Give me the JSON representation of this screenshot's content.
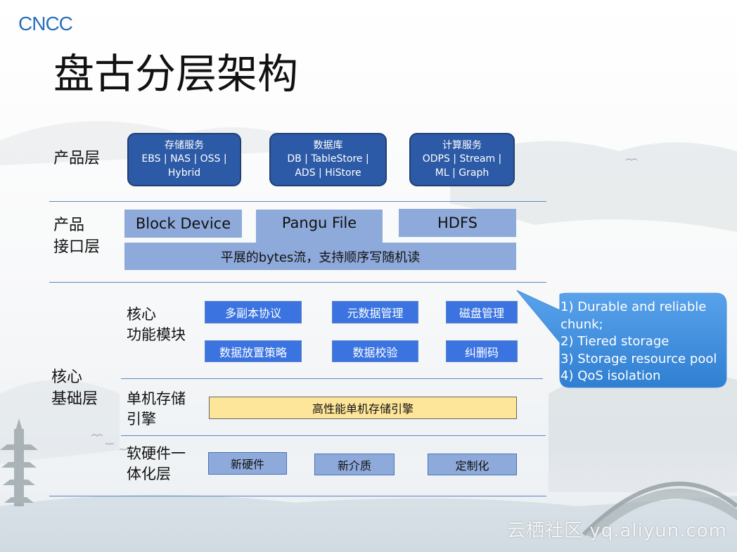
{
  "logo": "CNCC",
  "title": "盘古分层架构",
  "layers": {
    "product": "产品层",
    "interface": [
      "产品",
      "接口层"
    ],
    "core_base": [
      "核心",
      "基础层"
    ]
  },
  "product_boxes": [
    {
      "title": "存储服务",
      "line1": "EBS | NAS | OSS |",
      "line2": "Hybrid"
    },
    {
      "title": "数据库",
      "line1": "DB | TableStore |",
      "line2": "ADS | HiStore"
    },
    {
      "title": "计算服务",
      "line1": "ODPS | Stream |",
      "line2": "ML | Graph"
    }
  ],
  "interfaces": {
    "block_device": "Block Device",
    "pangu_file": "Pangu File",
    "hdfs": "HDFS",
    "bytes_stream": "平展的bytes流，支持顺序写随机读"
  },
  "core_modules": {
    "label": [
      "核心",
      "功能模块"
    ],
    "items": [
      "多副本协议",
      "元数据管理",
      "磁盘管理",
      "数据放置策略",
      "数据校验",
      "纠删码"
    ]
  },
  "storage_engine": {
    "label": [
      "单机存储",
      "引擎"
    ],
    "item": "高性能单机存储引擎"
  },
  "hw_layer": {
    "label": [
      "软硬件一",
      "体化层"
    ],
    "items": [
      "新硬件",
      "新介质",
      "定制化"
    ]
  },
  "callout": {
    "lines": [
      "1) Durable  and reliable",
      "chunk;",
      "2) Tiered storage",
      "3) Storage resource pool",
      "4) QoS isolation"
    ],
    "color": "#3d8ede"
  },
  "watermark": "云栖社区 yq.aliyun.com"
}
